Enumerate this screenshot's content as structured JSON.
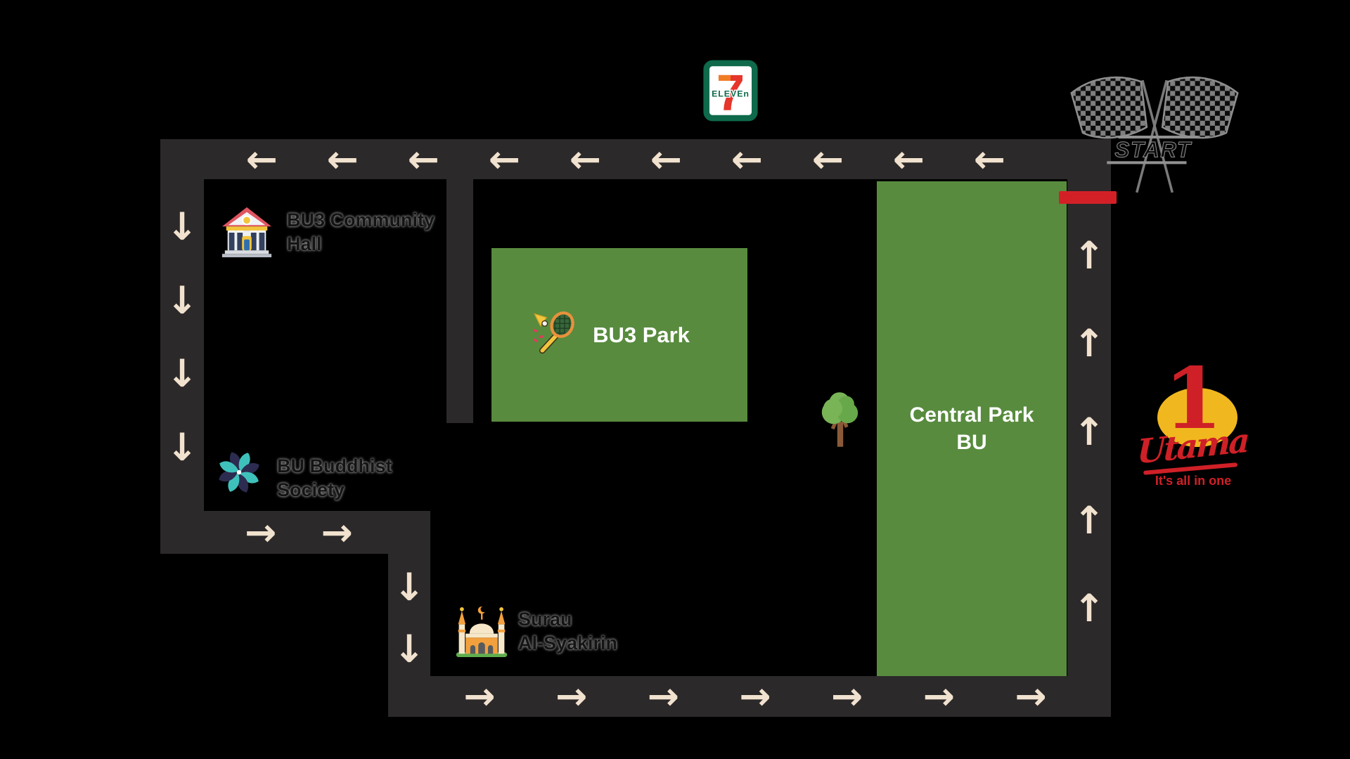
{
  "colors": {
    "background": "#000000",
    "road": "#2c292a",
    "arrow": "#f1e2cf",
    "park": "#588b3e",
    "start_line": "#d32027",
    "label_text": "#141414",
    "park_label_text": "#ffffff"
  },
  "route": {
    "segments": [
      {
        "id": "top-road",
        "direction": "left",
        "arrows": 10
      },
      {
        "id": "left-road",
        "direction": "down",
        "arrows": 4
      },
      {
        "id": "connector-road",
        "direction": "right",
        "arrows": 2
      },
      {
        "id": "mid-road",
        "direction": "down",
        "arrows": 2
      },
      {
        "id": "bottom-road",
        "direction": "right",
        "arrows": 7
      },
      {
        "id": "right-road",
        "direction": "up",
        "arrows": 5
      }
    ]
  },
  "parks": {
    "bu3_park": {
      "label": "BU3 Park"
    },
    "central_park": {
      "line1": "Central Park",
      "line2": "BU"
    }
  },
  "landmarks": {
    "community_hall": {
      "line1": "BU3 Community",
      "line2": "Hall"
    },
    "buddhist_society": {
      "line1": "BU Buddhist",
      "line2": "Society"
    },
    "surau": {
      "line1": "Surau",
      "line2": "Al-Syakirin"
    }
  },
  "markers": {
    "seven_eleven": {
      "digit": "7",
      "wordmark": "ELEVEn"
    },
    "start": {
      "label": "START"
    },
    "one_utama": {
      "digit": "1",
      "name": "Utama",
      "tagline": "It's all in one"
    }
  }
}
